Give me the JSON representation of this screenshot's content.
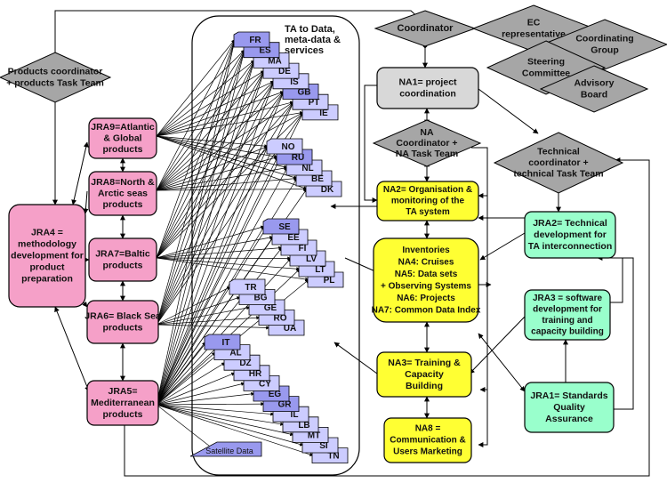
{
  "colors": {
    "pink": "#f5a0c8",
    "yellow": "#ffff33",
    "green": "#99ffcc",
    "grey_box": "#d8d8d8",
    "grey_diamond": "#a6a6a6",
    "country_light": "#ccccff",
    "country_dark": "#9999ee",
    "line": "#000000"
  },
  "ta_title": [
    "TA to Data,",
    "meta-data &",
    "services"
  ],
  "satellite_label": "Satellite Data",
  "diamonds": {
    "products_coordinator": [
      "Products coordinator",
      "+ products Task Team"
    ],
    "coordinator": [
      "Coordinator"
    ],
    "ec": [
      "EC",
      "representative"
    ],
    "coordinating_group": [
      "Coordinating",
      "Group"
    ],
    "steering": [
      "Steering",
      "Committee"
    ],
    "advisory": [
      "Advisory",
      "Board"
    ],
    "na_coordinator": [
      "NA",
      "Coordinator +",
      "NA Task Team"
    ],
    "technical_coordinator": [
      "Technical",
      "coordinator +",
      "technical Task Team"
    ]
  },
  "boxes": {
    "jra9": [
      "JRA9=Atlantic",
      "& Global",
      "products"
    ],
    "jra8": [
      "JRA8=North &",
      "Arctic seas",
      "products"
    ],
    "jra7": [
      "JRA7=Baltic",
      "products"
    ],
    "jra6": [
      "JRA6= Black Sea",
      "products"
    ],
    "jra5": [
      "JRA5=",
      "Mediterranean",
      "products"
    ],
    "jra4": [
      "JRA4 =",
      "methodology",
      "development for",
      "product",
      "preparation"
    ],
    "na1": [
      "NA1= project",
      "coordination"
    ],
    "na2": [
      "NA2= Organisation &",
      "monitoring of the",
      "TA system"
    ],
    "inventories": [
      "Inventories",
      "NA4: Cruises",
      "NA5: Data sets",
      "+ Observing Systems",
      "NA6: Projects",
      "NA7: Common Data Index"
    ],
    "na3": [
      "NA3= Training &",
      "Capacity",
      "Building"
    ],
    "na8": [
      "NA8 =",
      "Communication &",
      "Users Marketing"
    ],
    "jra2": [
      "JRA2= Technical",
      "development for",
      "TA interconnection"
    ],
    "jra3": [
      "JRA3 = software",
      "development for",
      "training and",
      "capacity building"
    ],
    "jra1": [
      "JRA1= Standards",
      "Quality",
      "Assurance"
    ]
  },
  "country_groups": {
    "g1": [
      "FR",
      "ES",
      "MA",
      "DE",
      "IS",
      "GB",
      "PT",
      "IE"
    ],
    "g2": [
      "NO",
      "RU",
      "NL",
      "BE",
      "DK"
    ],
    "g3": [
      "SE",
      "EE",
      "FI",
      "LV",
      "LT",
      "PL"
    ],
    "g4": [
      "TR",
      "BG",
      "GE",
      "RO",
      "UA"
    ],
    "g5": [
      "IT",
      "AL",
      "DZ",
      "HR",
      "CY",
      "EG",
      "GR",
      "IL",
      "LB",
      "MT",
      "SI",
      "TN"
    ]
  }
}
